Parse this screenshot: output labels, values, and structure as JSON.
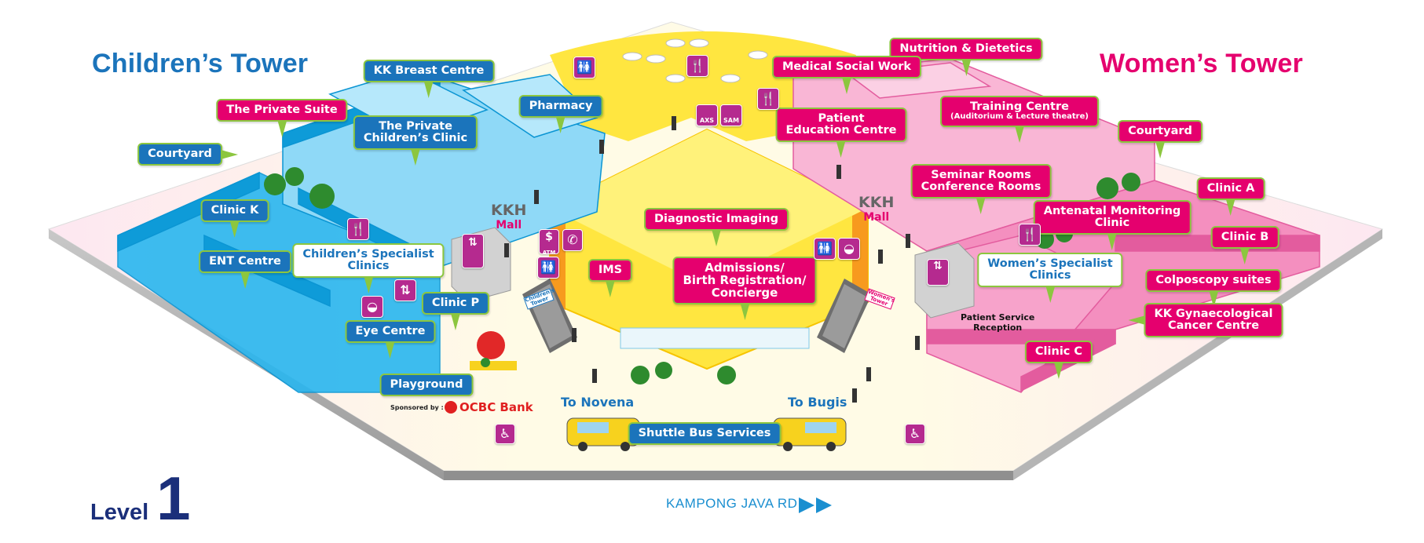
{
  "towers": {
    "children": {
      "title": "Children’s Tower",
      "color": "#1b74bb"
    },
    "women": {
      "title": "Women’s Tower",
      "color": "#e5006e"
    }
  },
  "colors": {
    "children_wing": "#29b6ef",
    "women_wing": "#f48fbf",
    "centre": "#ffe640",
    "label_border": "#8cc63f",
    "label_blue": "#1b74bb",
    "label_pink": "#e5006e",
    "icon_purple": "#b52a8f"
  },
  "children_labels": {
    "kk_breast_centre": "KK Breast Centre",
    "private_suite": "The Private Suite",
    "private_childrens_clinic_1": "The Private",
    "private_childrens_clinic_2": "Children’s Clinic",
    "pharmacy": "Pharmacy",
    "courtyard": "Courtyard",
    "clinic_k": "Clinic K",
    "ent_centre": "ENT Centre",
    "childrens_specialist_1": "Children’s Specialist",
    "childrens_specialist_2": "Clinics",
    "clinic_p": "Clinic P",
    "eye_centre": "Eye Centre",
    "playground": "Playground"
  },
  "centre_labels": {
    "diagnostic_imaging": "Diagnostic Imaging",
    "ims": "IMS",
    "admissions_1": "Admissions/",
    "admissions_2": "Birth Registration/",
    "admissions_3": "Concierge",
    "shuttle_bus": "Shuttle Bus Services",
    "to_novena": "To Novena",
    "to_bugis": "To Bugis",
    "kkh_mall_left_1": "KKH",
    "kkh_mall_left_2": "Mall",
    "kkh_mall_right_1": "KKH",
    "kkh_mall_right_2": "Mall",
    "childrens_tower_sign": "Children's Tower",
    "womens_tower_sign": "Women's Tower",
    "sponsored_by": "Sponsored by :",
    "ocbc_bank": "OCBC Bank"
  },
  "women_labels": {
    "nutrition": "Nutrition & Dietetics",
    "medical_social_work": "Medical Social Work",
    "training_centre": "Training Centre",
    "training_centre_sub": "(Auditorium & Lecture theatre)",
    "patient_education_1": "Patient",
    "patient_education_2": "Education Centre",
    "courtyard": "Courtyard",
    "seminar_1": "Seminar Rooms",
    "seminar_2": "Conference Rooms",
    "clinic_a": "Clinic A",
    "antenatal_1": "Antenatal Monitoring",
    "antenatal_2": "Clinic",
    "clinic_b": "Clinic B",
    "womens_specialist_1": "Women’s Specialist",
    "womens_specialist_2": "Clinics",
    "colposcopy": "Colposcopy suites",
    "kk_gynae_1": "KK Gynaecological",
    "kk_gynae_2": "Cancer Centre",
    "patient_service_1": "Patient Service",
    "patient_service_2": "Reception",
    "clinic_c": "Clinic C"
  },
  "icons": {
    "restroom": "🚻",
    "food": "🍴",
    "lift": "⇅",
    "atm": "$",
    "atm_text": "ATM",
    "phone": "✆",
    "wheelchair": "♿",
    "nursing": "◒",
    "axs": "AXS",
    "sam": "SAM"
  },
  "footer": {
    "level_word": "Level",
    "level_number": "1",
    "road": "KAMPONG JAVA RD"
  }
}
